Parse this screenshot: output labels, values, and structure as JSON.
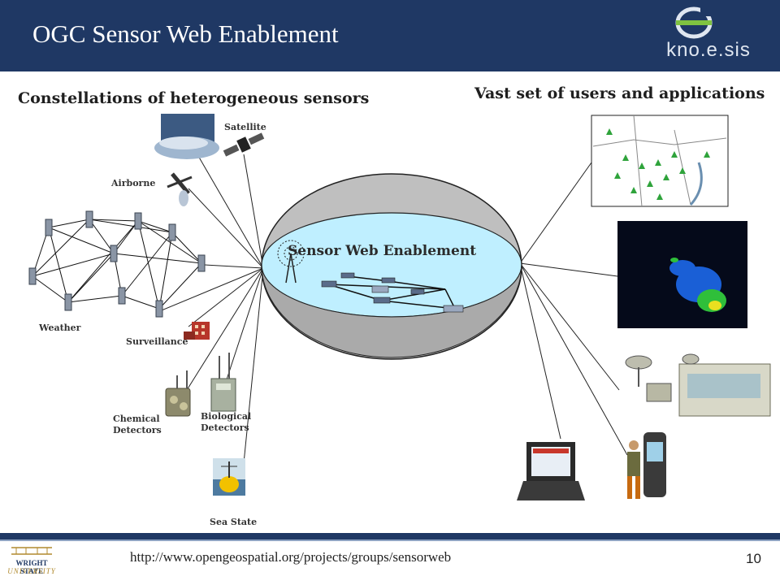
{
  "title": "OGC Sensor Web Enablement",
  "logo": {
    "wordmark": "kno.e.sis"
  },
  "headings": {
    "left": "Constellations of heterogeneous sensors",
    "right": "Vast set of users and applications"
  },
  "center_label": "Sensor Web Enablement",
  "sensor_labels": {
    "satellite": "Satellite",
    "airborne": "Airborne",
    "weather": "Weather",
    "surveillance": "Surveillance",
    "chemical_1": "Chemical",
    "chemical_2": "Detectors",
    "biological_1": "Biological",
    "biological_2": "Detectors",
    "sea_state": "Sea State"
  },
  "footer": {
    "url": "http://www.opengeospatial.org/projects/groups/sensorweb",
    "page_number": "10",
    "university_1": "WRIGHT STATE",
    "university_2": "UNIVERSITY"
  },
  "colors": {
    "header": "#1f3864",
    "sphere_top": "#bfbfbf",
    "sphere_band": "#bfefff",
    "logo_accent": "#7fc241"
  }
}
